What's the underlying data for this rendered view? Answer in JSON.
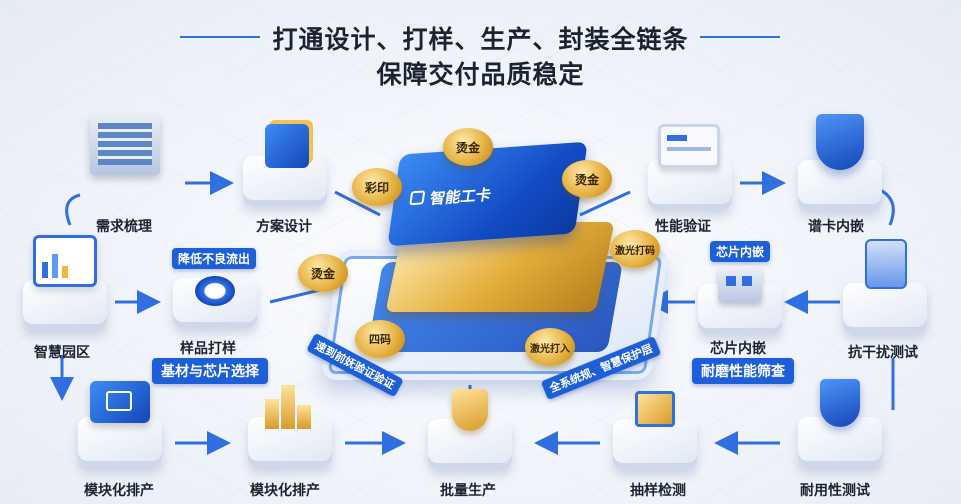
{
  "title": {
    "line1": "打通设计、打样、生产、封装全链条",
    "line2": "保障交付品质稳定"
  },
  "nodes": {
    "requirements": "需求梳理",
    "design": "方案设计",
    "perf_verify": "性能验证",
    "tag_embed": "谱卡内嵌",
    "smart_park": "智慧园区",
    "sample": "样品打样",
    "chip_embed": "芯片内嵌",
    "anti_interference": "抗干扰测试",
    "module_left": "模块化排产",
    "module_mid": "模块化排产",
    "mass_production": "批量生产",
    "sampling": "抽样检测",
    "durability": "耐用性测试"
  },
  "tags": {
    "reduce_defects": "降低不良流出",
    "substrate_chip": "基材与芯片选择",
    "chip_embed_small": "芯片内嵌",
    "wear_screening": "耐磨性能筛查",
    "left_diag": "速到前妩验证验证",
    "right_diag": "全系统规、智慧保护层"
  },
  "card": {
    "label": "智能工卡"
  },
  "coins": {
    "hot_stamp_top": "烫金",
    "color_print": "彩印",
    "hot_stamp_right": "烫金",
    "laser_code": "激光打码",
    "hot_stamp_left": "烫金",
    "qr_code": "四码",
    "laser_in": "激光打入"
  },
  "colors": {
    "accent": "#1d5fd8",
    "gold": "#e3ad3a",
    "title": "#1b2232"
  }
}
